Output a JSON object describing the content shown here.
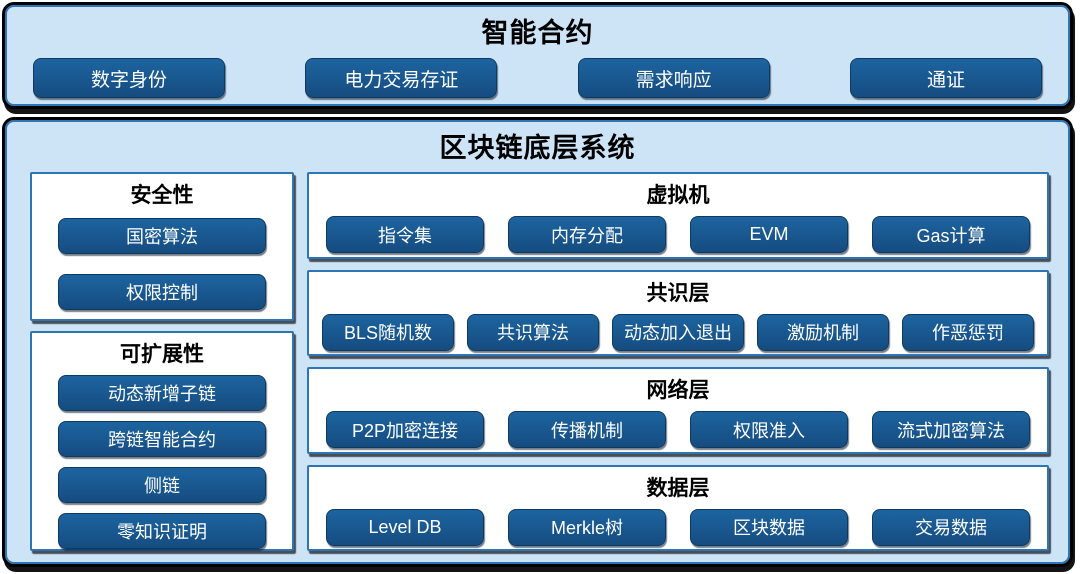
{
  "top_panel": {
    "title": "智能合约",
    "buttons": [
      "数字身份",
      "电力交易存证",
      "需求响应",
      "通证"
    ]
  },
  "bottom_panel": {
    "title": "区块链底层系统",
    "left_sections": [
      {
        "title": "安全性",
        "buttons": [
          "国密算法",
          "权限控制"
        ]
      },
      {
        "title": "可扩展性",
        "buttons": [
          "动态新增子链",
          "跨链智能合约",
          "侧链",
          "零知识证明"
        ]
      }
    ],
    "right_sections": [
      {
        "title": "虚拟机",
        "buttons": [
          "指令集",
          "内存分配",
          "EVM",
          "Gas计算"
        ]
      },
      {
        "title": "共识层",
        "buttons": [
          "BLS随机数",
          "共识算法",
          "动态加入退出",
          "激励机制",
          "作恶惩罚"
        ]
      },
      {
        "title": "网络层",
        "buttons": [
          "P2P加密连接",
          "传播机制",
          "权限准入",
          "流式加密算法"
        ]
      },
      {
        "title": "数据层",
        "buttons": [
          "Level DB",
          "Merkle树",
          "区块数据",
          "交易数据"
        ]
      }
    ]
  },
  "colors": {
    "panel_background": "#cde3f6",
    "panel_border_blue": "#2e75b6",
    "outer_frame_black": "#000000",
    "node_blue": "#17568e",
    "node_text": "#ffffff",
    "box_background": "#ffffff",
    "title_text": "#000000"
  }
}
